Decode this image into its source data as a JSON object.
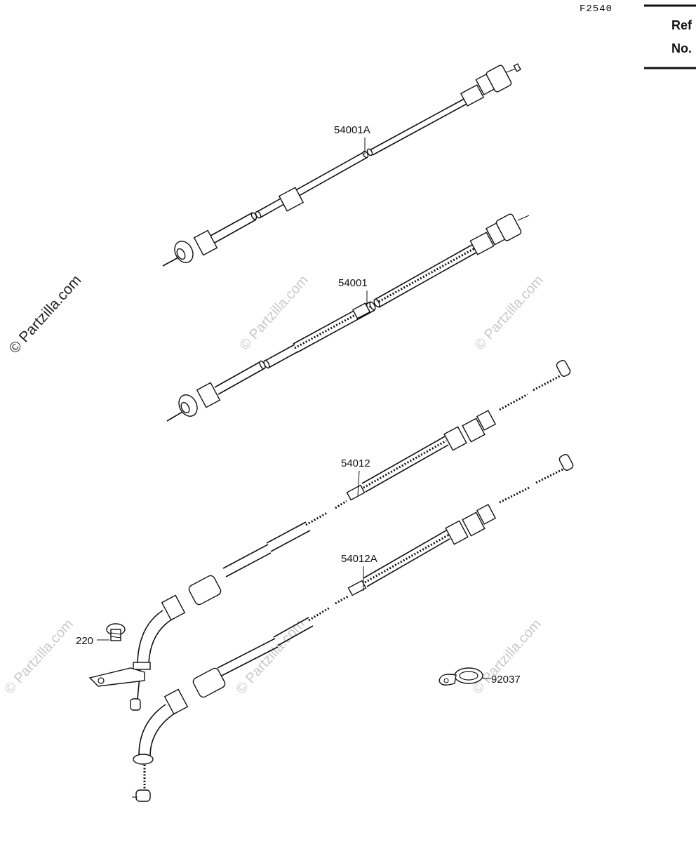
{
  "figure_id": "F2540",
  "ref_header": {
    "line1": "Ref",
    "line2": "No."
  },
  "watermark": "© Partzilla.com",
  "callouts": [
    {
      "id": "c1",
      "label": "54001A"
    },
    {
      "id": "c2",
      "label": "54001"
    },
    {
      "id": "c3",
      "label": "54012"
    },
    {
      "id": "c4",
      "label": "54012A"
    },
    {
      "id": "c5",
      "label": "220"
    },
    {
      "id": "c6",
      "label": "92037"
    }
  ],
  "parts": [
    {
      "name": "speedometer-cable",
      "ref": "54001A"
    },
    {
      "name": "tachometer-cable",
      "ref": "54001"
    },
    {
      "name": "throttle-cable-open",
      "ref": "54012"
    },
    {
      "name": "throttle-cable-close",
      "ref": "54012A"
    },
    {
      "name": "screw",
      "ref": "220"
    },
    {
      "name": "cable-clamp",
      "ref": "92037"
    }
  ]
}
